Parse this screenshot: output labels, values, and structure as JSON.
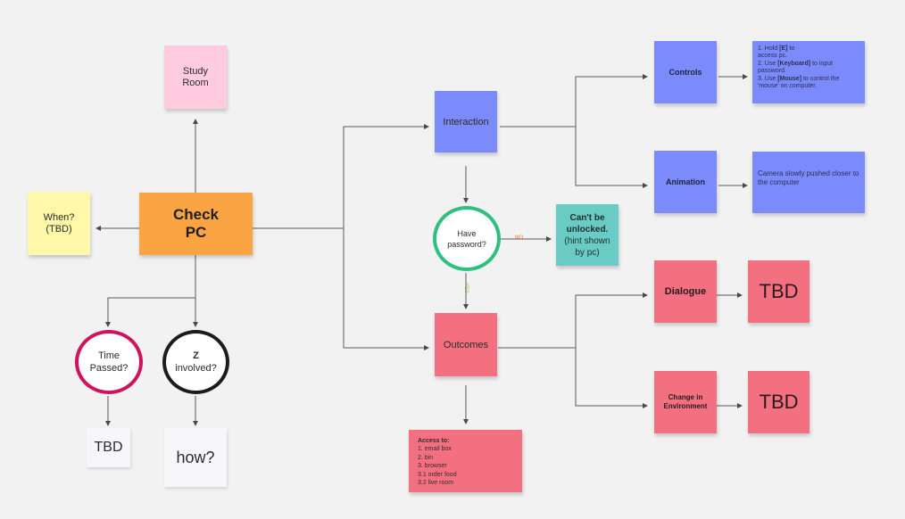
{
  "colors": {
    "pink": "#ffccdf",
    "orange": "#fba444",
    "yellow": "#fef8a8",
    "blue": "#7b8bfb",
    "teal": "#69cbc4",
    "red": "#f2707f",
    "white": "#f7f7f9",
    "circle_magenta": "#d0135e",
    "circle_black": "#1c1c1c",
    "circle_green": "#2fbf7e",
    "connector": "#5a5a5a"
  },
  "nodes": {
    "study_room": "Study\nRoom",
    "check_pc": "Check\nPC",
    "when": "When?\n(TBD)",
    "time_passed": "Time\nPassed?",
    "z_involved": "involved?",
    "z_bold": "Z",
    "tbd_small": "TBD",
    "how": "how?",
    "interaction": "Interaction",
    "have_password": "Have\npassword?",
    "cant_unlock_bold": "Can't be\nunlocked.",
    "cant_unlock_hint": "(hint shown\nby pc)",
    "outcomes": "Outcomes",
    "access_title": "Access to:",
    "access_items": [
      "1. email box",
      "2. bin",
      "3. browser",
      "3.1 order food",
      "3.2 live room"
    ],
    "controls": "Controls",
    "animation": "Animation",
    "controls_desc_1a": "1. Hold ",
    "controls_desc_1b": "[E]",
    "controls_desc_1c": " to",
    "controls_desc_1d": "access pc.",
    "controls_desc_2a": "2. Use ",
    "controls_desc_2b": "[Keyboard]",
    "controls_desc_2c": " to input",
    "controls_desc_2d": "password.",
    "controls_desc_3a": "3. Use ",
    "controls_desc_3b": "[Mouse]",
    "controls_desc_3c": " to control the",
    "controls_desc_3d": "'mouse' on computer.",
    "animation_desc": "Camera slowly pushed closer to the computer",
    "dialogue": "Dialogue",
    "change_env": "Change in\nEnvironment",
    "tbd_dialogue": "TBD",
    "tbd_env": "TBD"
  },
  "edges": {
    "no_label": "NO",
    "yes_label": "YES"
  }
}
